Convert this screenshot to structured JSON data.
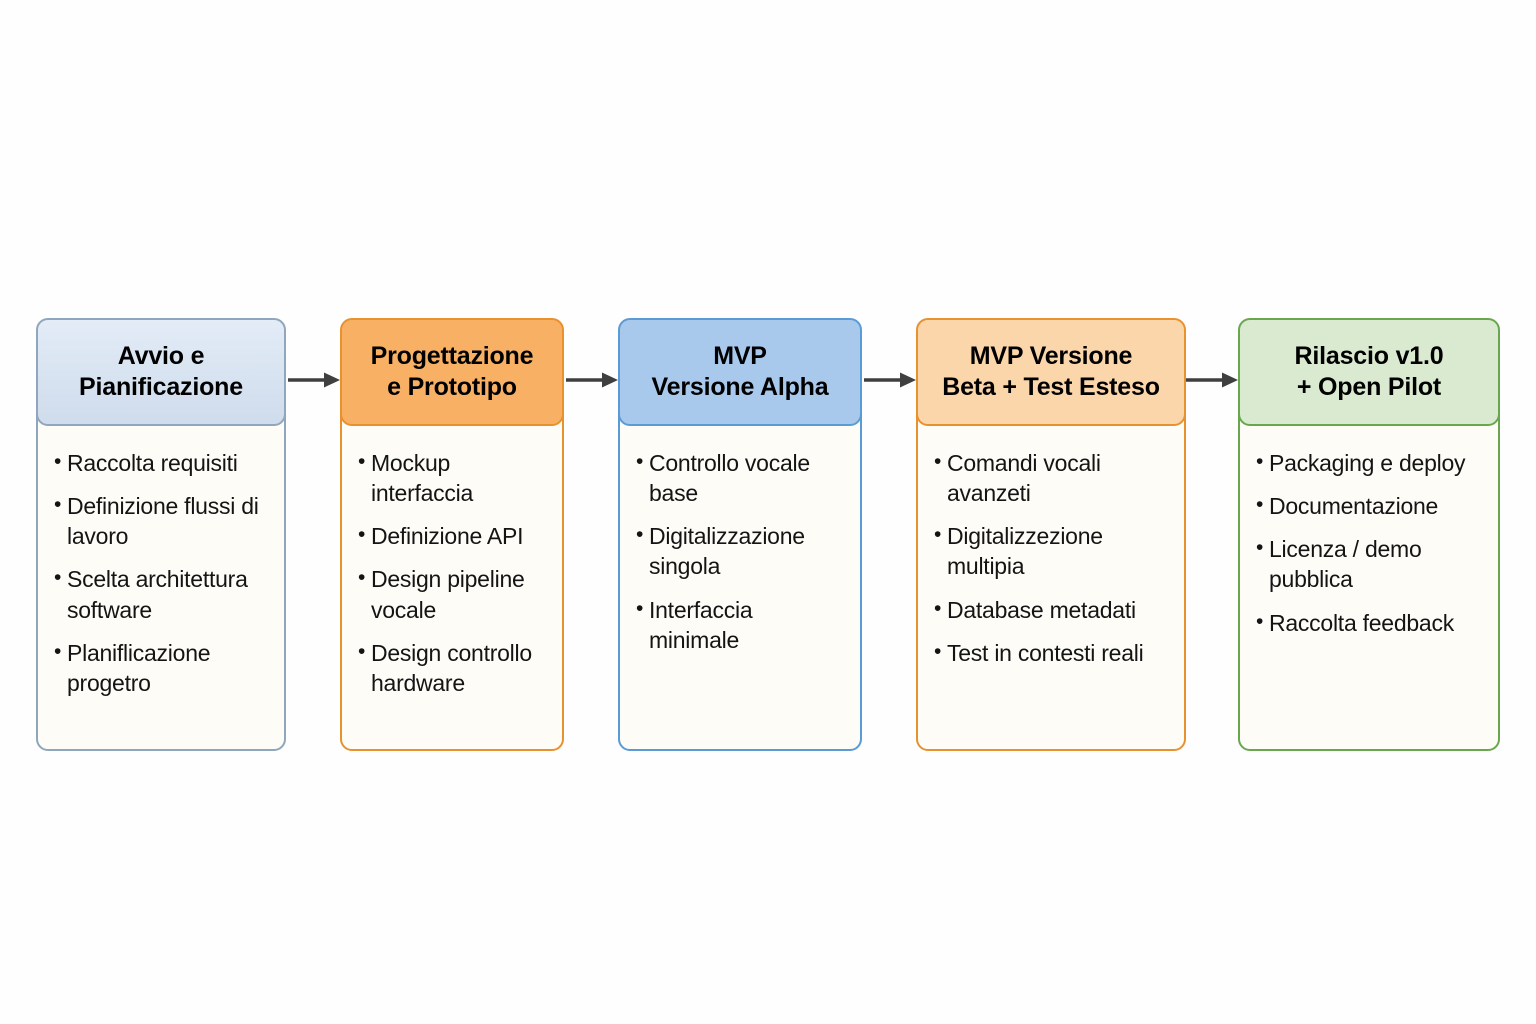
{
  "diagram": {
    "type": "flowchart",
    "orientation": "horizontal",
    "background_color": "#fefefe",
    "arrow_color": "#3f3f3f",
    "stages": [
      {
        "id": "stage-1",
        "title": "Avvio e\nPianificazione",
        "title_line1": "Avvio e",
        "title_line2": "Pianificazione",
        "header_color": "#dce6f2",
        "border_color": "#8fa6bd",
        "body_color": "#fdfcf7",
        "bullets": [
          "Raccolta requisiti",
          "Definizione flussi di lavoro",
          "Scelta architettura software",
          "Planiflicazione progetro"
        ]
      },
      {
        "id": "stage-2",
        "title": "Progettazione\ne Prototipo",
        "title_line1": "Progettazione",
        "title_line2": "e Prototipo",
        "header_color": "#f8b164",
        "border_color": "#e8912f",
        "body_color": "#fdfcf7",
        "bullets": [
          "Mockup interfaccia",
          "Definizione API",
          "Design pipeline vocale",
          "Design controllo hardware"
        ]
      },
      {
        "id": "stage-3",
        "title": "MVP\nVersione Alpha",
        "title_line1": "MVP",
        "title_line2": "Versione Alpha",
        "header_color": "#a8c9ec",
        "border_color": "#5b9bd5",
        "body_color": "#fdfcf7",
        "bullets": [
          "Controllo vocale base",
          "Digitalizzazione singola",
          "Interfaccia minimale"
        ]
      },
      {
        "id": "stage-4",
        "title": "MVP Versione\nBeta + Test Esteso",
        "title_line1": "MVP Versione",
        "title_line2": "Beta + Test Esteso",
        "header_color": "#fcd6ab",
        "border_color": "#e8912f",
        "body_color": "#fdfcf7",
        "bullets": [
          "Comandi vocali avanzeti",
          "Digitalizzezione multipia",
          "Database metadati",
          "Test in contesti reali"
        ]
      },
      {
        "id": "stage-5",
        "title": "Rilascio v1.0\n+ Open Pilot",
        "title_line1": "Rilascio v1.0",
        "title_line2": "+ Open Pilot",
        "header_color": "#d9ead0",
        "border_color": "#69a74e",
        "body_color": "#fdfcf7",
        "bullets": [
          "Packaging e deploy",
          "Documentazione",
          "Licenza / demo pubblica",
          "Raccolta feedback"
        ]
      }
    ],
    "connectors": [
      {
        "from": "stage-1",
        "to": "stage-2",
        "icon": "arrow-right-icon"
      },
      {
        "from": "stage-2",
        "to": "stage-3",
        "icon": "arrow-right-icon"
      },
      {
        "from": "stage-3",
        "to": "stage-4",
        "icon": "arrow-right-icon"
      },
      {
        "from": "stage-4",
        "to": "stage-5",
        "icon": "arrow-right-icon"
      }
    ]
  }
}
